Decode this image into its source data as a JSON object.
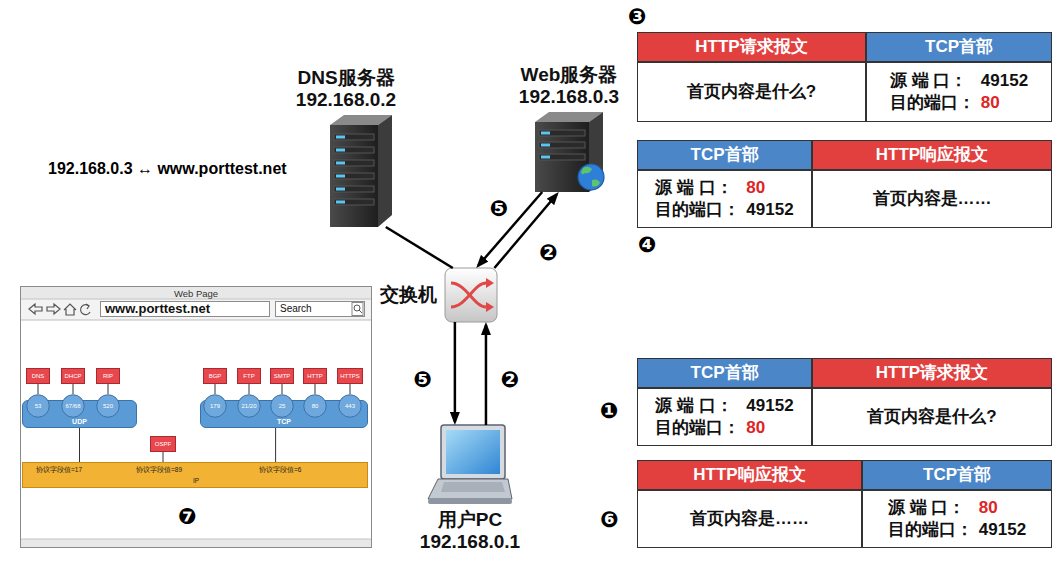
{
  "diagram": {
    "nodes": [
      {
        "text": [
          "DNS服务器",
          "192.168.0.2"
        ]
      },
      {
        "text": [
          "Web服务器",
          "192.168.0.3"
        ]
      },
      {
        "text": [
          "交换机"
        ]
      },
      {
        "text": [
          "用户PC",
          "192.168.0.1"
        ]
      },
      {
        "text": [
          "HTTP请求报文"
        ]
      },
      {
        "text": [
          "TCP首部"
        ]
      },
      {
        "text": [
          "首页内容是什么?"
        ]
      },
      {
        "text": [
          "源 端 口：",
          "49152",
          "目的端口：",
          "80"
        ]
      },
      {
        "text": [
          "TCP首部"
        ]
      },
      {
        "text": [
          "HTTP响应报文"
        ]
      },
      {
        "text": [
          "源 端 口：",
          "80",
          "目的端口：",
          "49152"
        ]
      },
      {
        "text": [
          "首页内容是……"
        ]
      },
      {
        "text": [
          "TCP首部"
        ]
      },
      {
        "text": [
          "HTTP请求报文"
        ]
      },
      {
        "text": [
          "源 端 口：",
          "49152",
          "目的端口：",
          "80"
        ]
      },
      {
        "text": [
          "首页内容是什么?"
        ]
      },
      {
        "text": [
          "HTTP响应报文"
        ]
      },
      {
        "text": [
          "TCP首部"
        ]
      },
      {
        "text": [
          "首页内容是……"
        ]
      },
      {
        "text": [
          "源 端 口：",
          "80",
          "目的端口：",
          "49152"
        ]
      },
      {
        "text": [
          "Web Page"
        ]
      },
      {
        "text": [
          "www.porttest.net"
        ],
        "in": 20
      },
      {
        "text": [
          "Search"
        ],
        "in": 20
      },
      {
        "text": [
          "DNS"
        ],
        "in": 20
      },
      {
        "text": [
          "DHCP"
        ],
        "in": 20
      },
      {
        "text": [
          "RIP"
        ],
        "in": 20
      },
      {
        "text": [
          "BGP"
        ],
        "in": 20
      },
      {
        "text": [
          "FTP"
        ],
        "in": 20
      },
      {
        "text": [
          "SMTP"
        ],
        "in": 20
      },
      {
        "text": [
          "HTTP"
        ],
        "in": 20
      },
      {
        "text": [
          "HTTPS"
        ],
        "in": 20
      },
      {
        "text": [
          "UDP"
        ],
        "in": 20
      },
      {
        "text": [
          "53"
        ],
        "in": 31
      },
      {
        "text": [
          "67/68"
        ],
        "in": 31
      },
      {
        "text": [
          "520"
        ],
        "in": 31
      },
      {
        "text": [
          "TCP"
        ],
        "in": 20
      },
      {
        "text": [
          "179"
        ],
        "in": 35
      },
      {
        "text": [
          "21/20"
        ],
        "in": 35
      },
      {
        "text": [
          "25"
        ],
        "in": 35
      },
      {
        "text": [
          "80"
        ],
        "in": 35
      },
      {
        "text": [
          "443"
        ],
        "in": 35
      },
      {
        "text": [
          "OSPF"
        ],
        "in": 20
      },
      {
        "text": [
          "协议字段值=17",
          "协议字段值=89",
          "协议字段值=6",
          "IP"
        ],
        "in": 20
      }
    ],
    "edges": [
      {
        "from": 0,
        "to": 2,
        "arrow": "none"
      },
      {
        "from": 2,
        "to": 1,
        "arrow": "to",
        "label": "❷"
      },
      {
        "from": 1,
        "to": 2,
        "arrow": "to",
        "label": "❺"
      },
      {
        "from": 3,
        "to": 2,
        "arrow": "to",
        "label": "❷"
      },
      {
        "from": 2,
        "to": 3,
        "arrow": "to",
        "label": "❺"
      },
      {
        "from": 23,
        "to": 32,
        "arrow": "none"
      },
      {
        "from": 24,
        "to": 33,
        "arrow": "none"
      },
      {
        "from": 25,
        "to": 34,
        "arrow": "none"
      },
      {
        "from": 26,
        "to": 36,
        "arrow": "none"
      },
      {
        "from": 27,
        "to": 37,
        "arrow": "none"
      },
      {
        "from": 28,
        "to": 38,
        "arrow": "none"
      },
      {
        "from": 29,
        "to": 39,
        "arrow": "none"
      },
      {
        "from": 30,
        "to": 40,
        "arrow": "none"
      },
      {
        "from": 31,
        "to": 42,
        "arrow": "none"
      },
      {
        "from": 41,
        "to": 42,
        "arrow": "none"
      },
      {
        "from": 35,
        "to": 42,
        "arrow": "none"
      }
    ],
    "labels": [
      "192.168.0.3 ↔ www.porttest.net",
      "❸",
      "❹",
      "❶",
      "❻",
      "❼"
    ]
  }
}
